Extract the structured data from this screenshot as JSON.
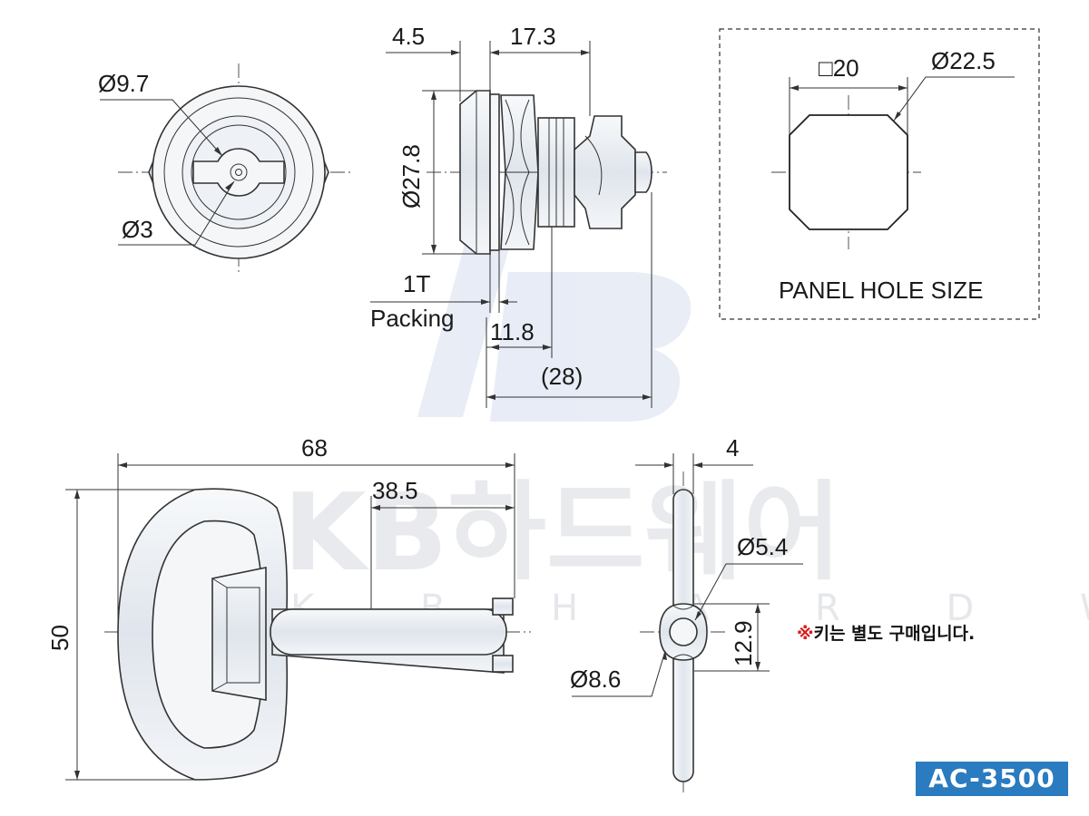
{
  "watermark": {
    "logo_text": "KB",
    "brand_korean": "KB하드웨어",
    "brand_english": "K B H A R D W A R E"
  },
  "front_view": {
    "dia_outer": "Ø9.7",
    "dia_inner": "Ø3"
  },
  "side_view": {
    "dim_flange": "4.5",
    "dim_body": "17.3",
    "dim_diameter": "Ø27.8",
    "packing_thickness": "1T",
    "packing_label": "Packing",
    "dim_thread": "11.8",
    "dim_total": "(28)"
  },
  "panel_hole": {
    "square": "□20",
    "diameter": "Ø22.5",
    "label": "PANEL HOLE SIZE"
  },
  "key_view": {
    "length": "68",
    "shaft": "38.5",
    "height": "50"
  },
  "key_end_view": {
    "thickness": "4",
    "dia_small": "Ø5.4",
    "dia_large": "Ø8.6",
    "width": "12.9"
  },
  "note": {
    "mark": "※",
    "text": "키는 별도 구매입니다."
  },
  "model": "AC-3500",
  "colors": {
    "badge": "#2a7bbf",
    "note_mark": "#d81b1b"
  }
}
